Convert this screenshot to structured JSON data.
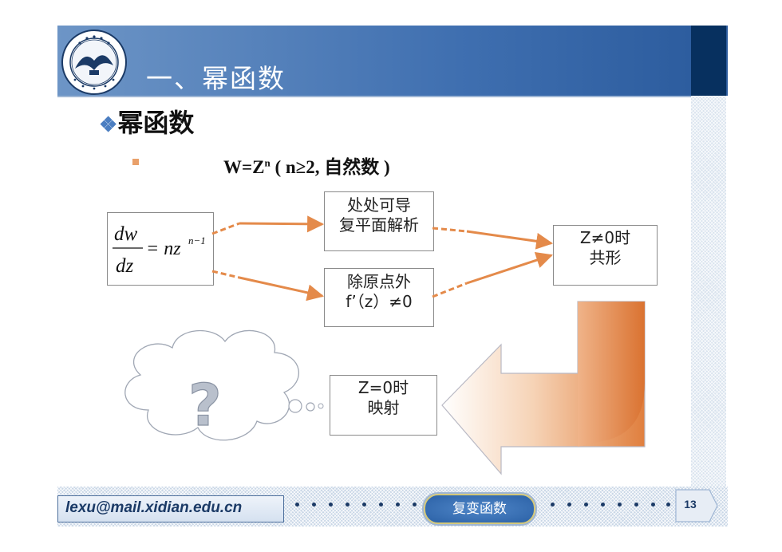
{
  "header": {
    "title": "一、幂函数"
  },
  "section": {
    "heading_marker": "❖",
    "heading": "幂函数"
  },
  "bullet": {
    "prefix": "W=Z",
    "superscript": "n",
    "suffix": " ( n≥2, 自然数 )"
  },
  "diagram": {
    "derivative": {
      "numerator": "dw",
      "denominator": "dz",
      "rhs": "= nz",
      "exponent": "n−1"
    },
    "box_differentiable": [
      "处处可导",
      "复平面解析"
    ],
    "box_except_origin": [
      "除原点外",
      "f’（z）≠0"
    ],
    "box_conformal": [
      "Z≠0时",
      "共形"
    ],
    "box_zero": [
      "Z=0时",
      "映射"
    ],
    "cloud_symbol": "?"
  },
  "footer": {
    "email": "lexu@mail.xidian.edu.cn",
    "course": "复变函数",
    "page_number": "13"
  },
  "colors": {
    "header_blue": "#3f6fb0",
    "header_dark": "#07305f",
    "arrow_orange": "#e48a4a",
    "footer_text": "#1b3a66"
  }
}
